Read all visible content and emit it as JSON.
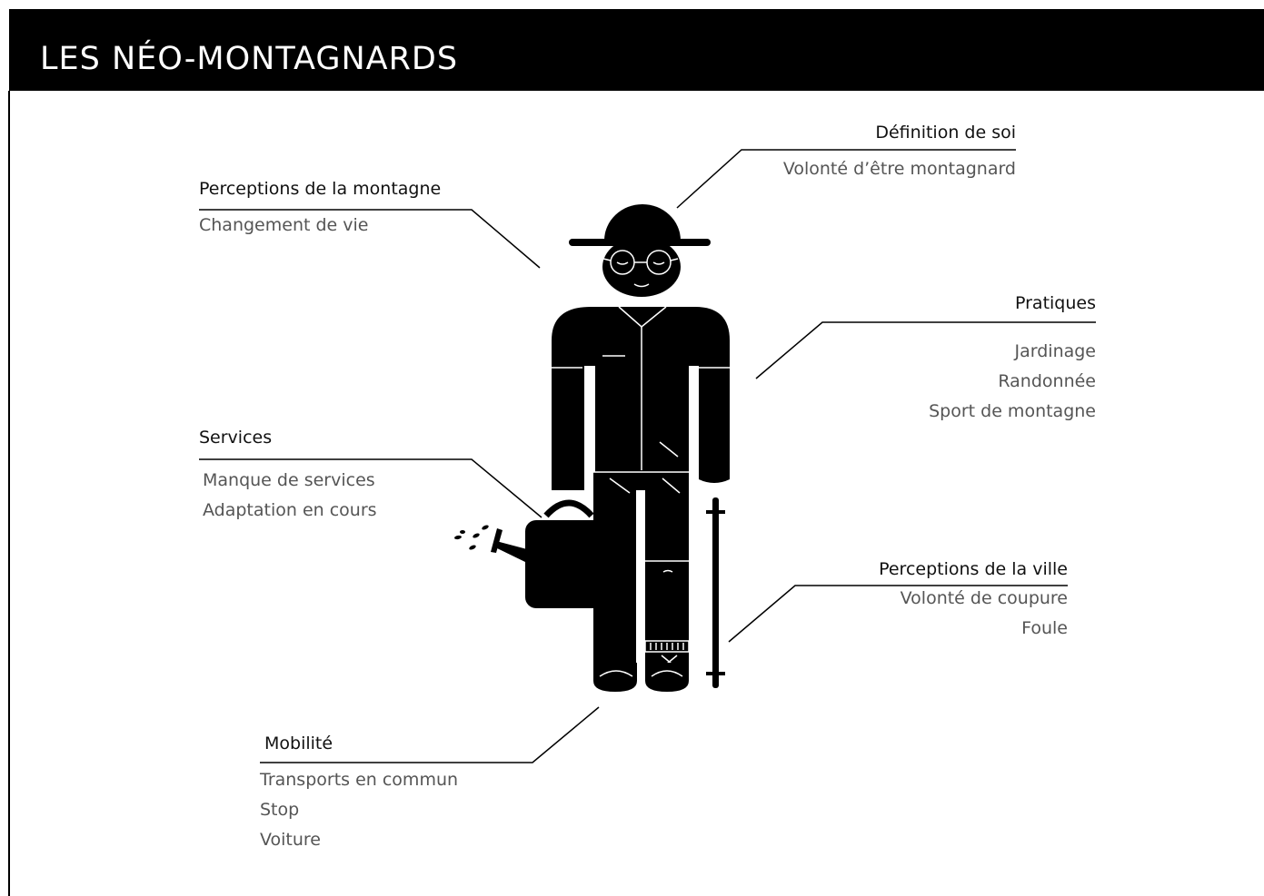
{
  "title": "LES NÉO-MONTAGNARDS",
  "callouts": {
    "definition": {
      "heading": "Définition de soi",
      "items": [
        "Volonté d’être montagnard"
      ]
    },
    "perceptions_montagne": {
      "heading": "Perceptions de la montagne",
      "items": [
        "Changement de vie"
      ]
    },
    "pratiques": {
      "heading": "Pratiques",
      "items": [
        "Jardinage",
        "Randonnée",
        "Sport de montagne"
      ]
    },
    "services": {
      "heading": "Services",
      "items": [
        "Manque de services",
        "Adaptation en cours"
      ]
    },
    "perceptions_ville": {
      "heading": "Perceptions de la ville",
      "items": [
        "Volonté de coupure",
        "Foule"
      ]
    },
    "mobilite": {
      "heading": "Mobilité",
      "items": [
        "Transports en commun",
        "Stop",
        "Voiture"
      ]
    }
  },
  "colors": {
    "ink": "#000000",
    "heading_text": "#111111",
    "item_text": "#555555",
    "background": "#ffffff"
  },
  "icons": [
    "mountaineer-figure-icon",
    "hat-icon",
    "glasses-icon",
    "watering-can-icon",
    "walking-stick-icon"
  ]
}
